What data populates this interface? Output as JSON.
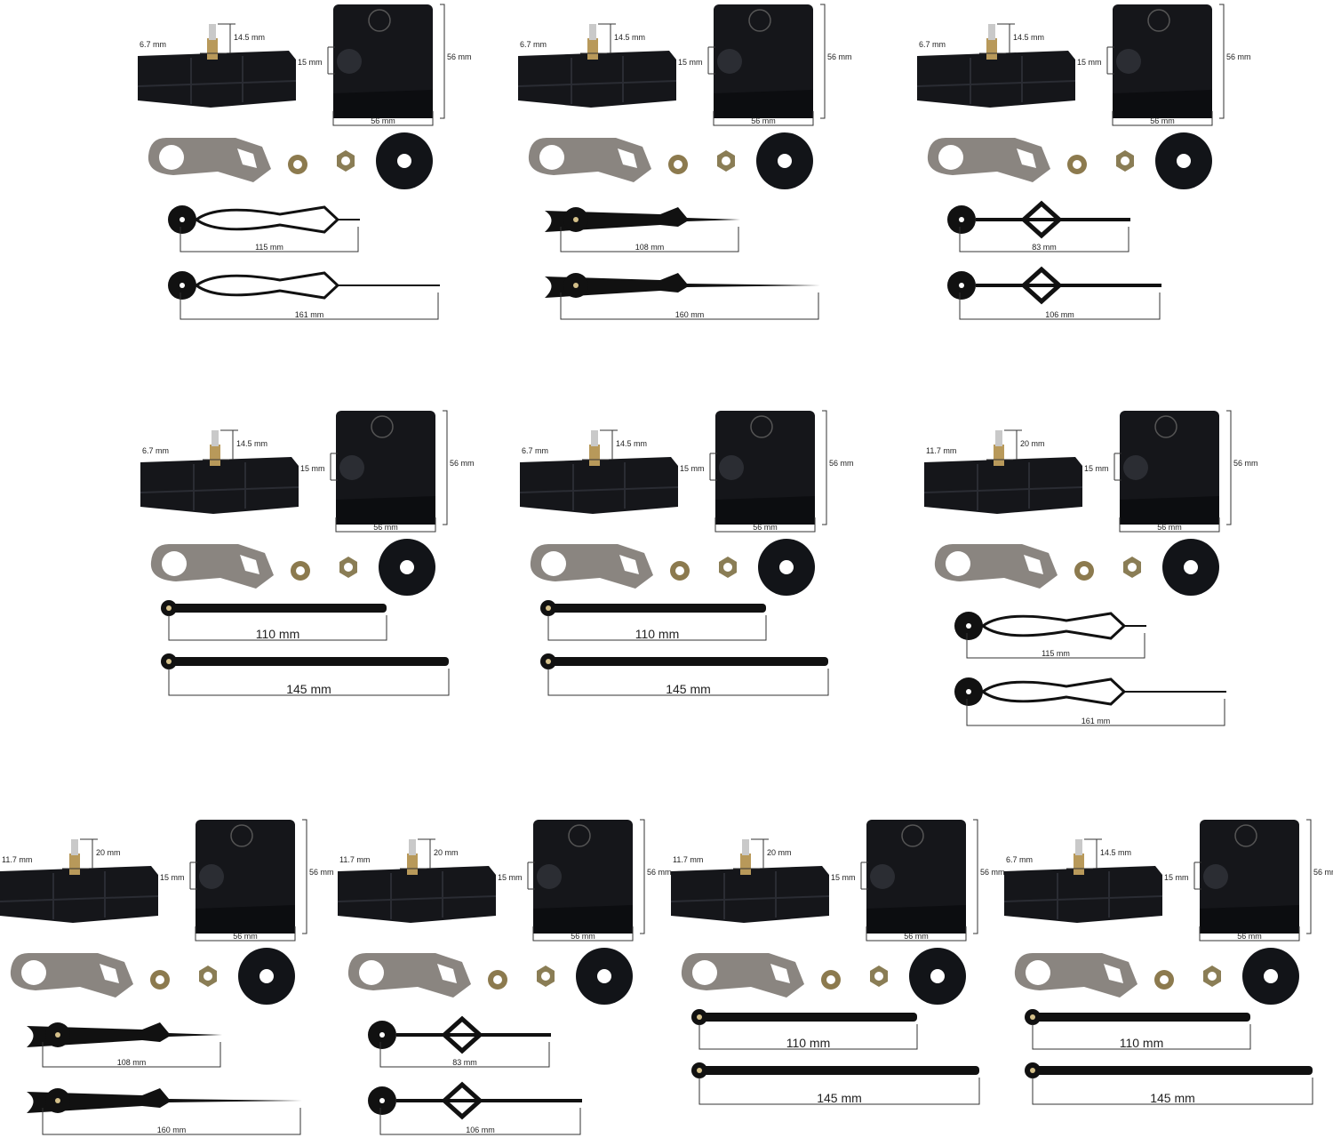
{
  "colors": {
    "movement": "#15161a",
    "shaft_brass": "#b8995a",
    "hanger": "#8a8580",
    "washer": "#8c7a4e",
    "nut": "#8a7d55",
    "gasket": "#121418",
    "hand": "#111111"
  },
  "icons": {
    "movement": "clock-movement-icon",
    "hanger": "hanger-bracket-icon",
    "washer": "brass-washer-icon",
    "nut": "hex-nut-icon",
    "gasket": "rubber-gasket-icon"
  },
  "kits": [
    {
      "shaft_diameter": "6.7 mm",
      "shaft_length": "14.5 mm",
      "depth": "15 mm",
      "height": "56 mm",
      "width": "56 mm",
      "hand_style": "serpentine",
      "hour_hand": "115 mm",
      "minute_hand": "161 mm"
    },
    {
      "shaft_diameter": "6.7 mm",
      "shaft_length": "14.5 mm",
      "depth": "15 mm",
      "height": "56 mm",
      "width": "56 mm",
      "hand_style": "spade",
      "hour_hand": "108 mm",
      "minute_hand": "160 mm"
    },
    {
      "shaft_diameter": "6.7 mm",
      "shaft_length": "14.5 mm",
      "depth": "15 mm",
      "height": "56 mm",
      "width": "56 mm",
      "hand_style": "fleur",
      "hour_hand": "83 mm",
      "minute_hand": "106 mm"
    },
    {
      "shaft_diameter": "6.7 mm",
      "shaft_length": "14.5 mm",
      "depth": "15 mm",
      "height": "56 mm",
      "width": "56 mm",
      "hand_style": "stick",
      "hour_hand": "110 mm",
      "minute_hand": "145 mm"
    },
    {
      "shaft_diameter": "6.7 mm",
      "shaft_length": "14.5 mm",
      "depth": "15 mm",
      "height": "56 mm",
      "width": "56 mm",
      "hand_style": "stick",
      "hour_hand": "110 mm",
      "minute_hand": "145 mm"
    },
    {
      "shaft_diameter": "11.7 mm",
      "shaft_length": "20 mm",
      "depth": "15 mm",
      "height": "56 mm",
      "width": "56 mm",
      "hand_style": "serpentine",
      "hour_hand": "115 mm",
      "minute_hand": "161 mm"
    },
    {
      "shaft_diameter": "11.7 mm",
      "shaft_length": "20 mm",
      "depth": "15 mm",
      "height": "56 mm",
      "width": "56 mm",
      "hand_style": "spade",
      "hour_hand": "108 mm",
      "minute_hand": "160 mm"
    },
    {
      "shaft_diameter": "11.7 mm",
      "shaft_length": "20 mm",
      "depth": "15 mm",
      "height": "56 mm",
      "width": "56 mm",
      "hand_style": "fleur",
      "hour_hand": "83 mm",
      "minute_hand": "106 mm"
    },
    {
      "shaft_diameter": "11.7 mm",
      "shaft_length": "20 mm",
      "depth": "15 mm",
      "height": "56 mm",
      "width": "56 mm",
      "hand_style": "stick",
      "hour_hand": "110 mm",
      "minute_hand": "145 mm"
    },
    {
      "shaft_diameter": "6.7 mm",
      "shaft_length": "14.5 mm",
      "depth": "15 mm",
      "height": "56 mm",
      "width": "56 mm",
      "hand_style": "stick",
      "hour_hand": "110 mm",
      "minute_hand": "145 mm"
    }
  ]
}
